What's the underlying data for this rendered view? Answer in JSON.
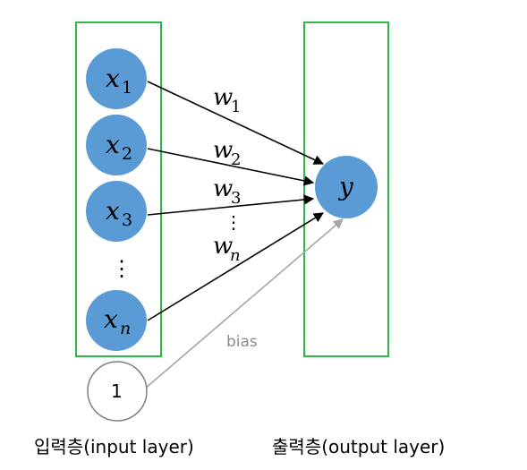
{
  "input_layer": {
    "caption": "입력층(input layer)",
    "nodes": [
      {
        "symbol": "x",
        "sub": "1"
      },
      {
        "symbol": "x",
        "sub": "2"
      },
      {
        "symbol": "x",
        "sub": "3"
      },
      {
        "symbol": "x",
        "sub": "n"
      }
    ],
    "ellipsis": "⋮"
  },
  "output_layer": {
    "caption": "출력층(output layer)",
    "node": {
      "symbol": "y"
    }
  },
  "weights": [
    {
      "symbol": "w",
      "sub": "1"
    },
    {
      "symbol": "w",
      "sub": "2"
    },
    {
      "symbol": "w",
      "sub": "3"
    },
    {
      "symbol": "w",
      "sub": "n"
    }
  ],
  "weights_ellipsis": "⋮",
  "bias": {
    "label": "bias",
    "node_value": "1"
  },
  "colors": {
    "node_fill": "#5b9bd5",
    "layer_border": "#2db84a",
    "bias_arrow": "#a6a6a6",
    "edge": "#000000"
  }
}
